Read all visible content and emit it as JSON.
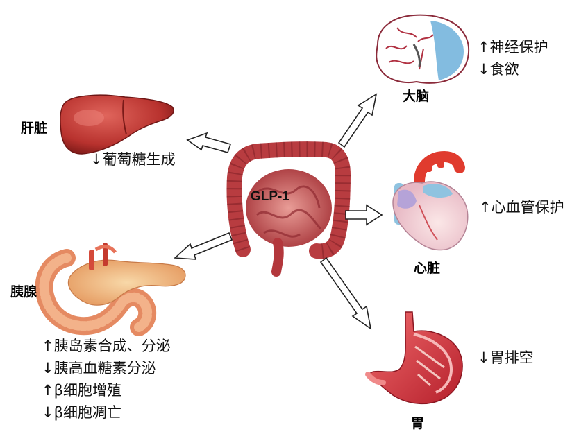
{
  "center": {
    "label": "GLP-1",
    "icon": "intestine-icon"
  },
  "organs": {
    "liver": {
      "name": "肝脏",
      "icon": "liver-icon",
      "effects": [
        "↓葡萄糖生成"
      ]
    },
    "pancreas": {
      "name": "胰腺",
      "icon": "pancreas-icon",
      "effects": [
        "↑胰岛素合成、分泌",
        "↓胰高血糖素分泌",
        "↑β细胞增殖",
        "↓β细胞凋亡"
      ]
    },
    "brain": {
      "name": "大脑",
      "icon": "brain-icon",
      "effects": [
        "↑神经保护",
        "↓食欲"
      ]
    },
    "heart": {
      "name": "心脏",
      "icon": "heart-icon",
      "effects": [
        "↑心血管保护"
      ]
    },
    "stomach": {
      "name": "胃",
      "icon": "stomach-icon",
      "effects": [
        "↓胃排空"
      ]
    }
  },
  "colors": {
    "liver": "#b8322e",
    "pancreas": "#f0a56e",
    "intestine": "#c0474a",
    "heart_red": "#e03b2e",
    "heart_blue": "#8fc3e0",
    "brain_blue": "#5aa6d6",
    "stomach": "#d9333a",
    "arrow_stroke": "#222222"
  }
}
